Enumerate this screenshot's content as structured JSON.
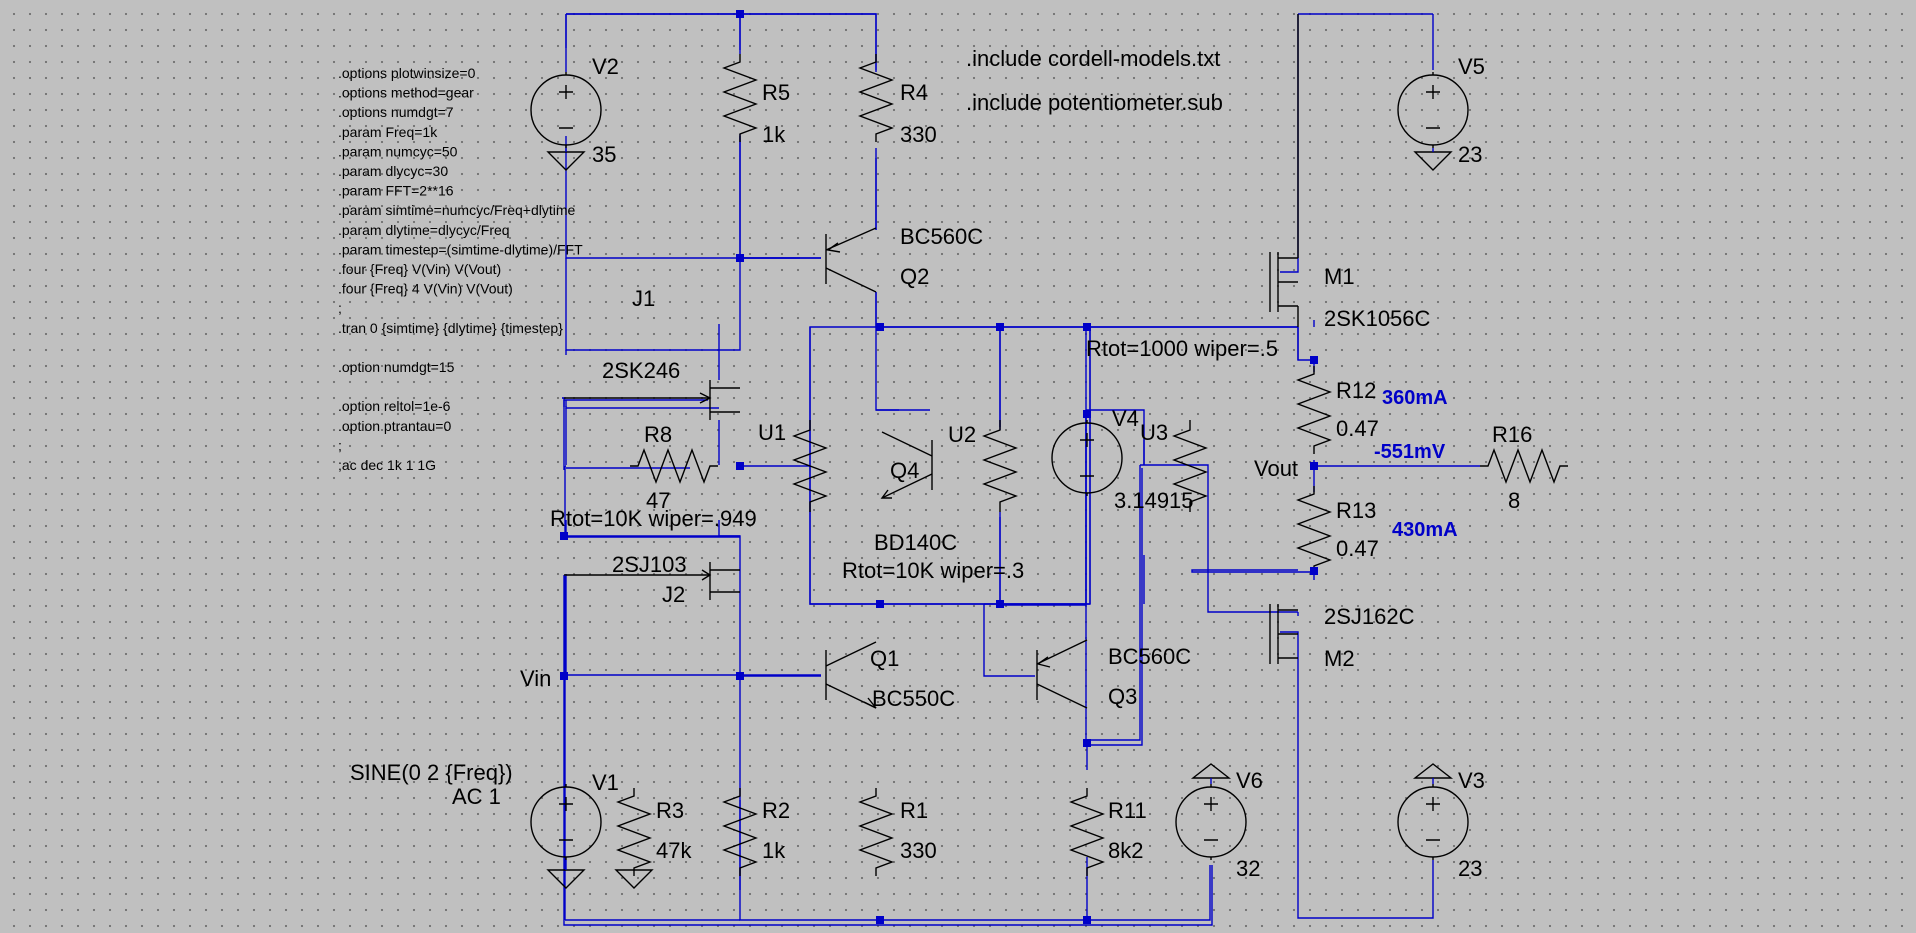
{
  "directives": {
    "include1": ".include cordell-models.txt",
    "include2": ".include potentiometer.sub",
    "lines": [
      ".options plotwinsize=0",
      ".options method=gear",
      ".options numdgt=7",
      ".param Freq=1k",
      ".param numcyc=50",
      ".param dlycyc=30",
      ".param FFT=2**16",
      ".param simtime=numcyc/Freq+dlytime",
      ".param dlytime=dlycyc/Freq",
      ".param timestep=(simtime-dlytime)/FFT",
      ".four {Freq} V(Vin) V(Vout)",
      ".four {Freq} 4 V(Vin) V(Vout)",
      ";",
      ".tran 0 {simtime} {dlytime} {timestep}",
      "",
      ".option numdgt=15",
      "",
      ".option reltol=1e-6",
      ".option ptrantau=0",
      ";",
      ";ac dec 1k 1 1G"
    ]
  },
  "sources": {
    "V1": {
      "name": "V1",
      "value": "SINE(0 2 {Freq})",
      "ac": "AC 1"
    },
    "V2": {
      "name": "V2",
      "value": "35"
    },
    "V3": {
      "name": "V3",
      "value": "23"
    },
    "V4": {
      "name": "V4",
      "value": "3.14915"
    },
    "V5": {
      "name": "V5",
      "value": "23"
    },
    "V6": {
      "name": "V6",
      "value": "32"
    }
  },
  "resistors": {
    "R1": {
      "name": "R1",
      "value": "330"
    },
    "R2": {
      "name": "R2",
      "value": "1k"
    },
    "R3": {
      "name": "R3",
      "value": "47k"
    },
    "R4": {
      "name": "R4",
      "value": "330"
    },
    "R5": {
      "name": "R5",
      "value": "1k"
    },
    "R8": {
      "name": "R8",
      "value": "47"
    },
    "R11": {
      "name": "R11",
      "value": "8k2"
    },
    "R12": {
      "name": "R12",
      "value": "0.47"
    },
    "R13": {
      "name": "R13",
      "value": "0.47"
    },
    "R16": {
      "name": "R16",
      "value": "8"
    }
  },
  "transistors": {
    "Q1": {
      "name": "Q1",
      "model": "BC550C"
    },
    "Q2": {
      "name": "Q2",
      "model": "BC560C"
    },
    "Q3": {
      "name": "Q3",
      "model": "BC560C"
    },
    "Q4": {
      "name": "Q4",
      "model": "BD140C"
    },
    "J1": {
      "name": "J1",
      "model": "2SK246"
    },
    "J2": {
      "name": "J2",
      "model": "2SJ103"
    },
    "M1": {
      "name": "M1",
      "model": "2SK1056C"
    },
    "M2": {
      "name": "M2",
      "model": "2SJ162C"
    }
  },
  "pots": {
    "U1": {
      "name": "U1",
      "params": "Rtot=10K wiper=.949"
    },
    "U2": {
      "name": "U2",
      "params": "Rtot=10K wiper=.3"
    },
    "U3": {
      "name": "U3",
      "params": "Rtot=1000 wiper=.5"
    }
  },
  "nets": {
    "vin": "Vin",
    "vout": "Vout"
  },
  "measurements": {
    "r12_current": "360mA",
    "r13_current": "430mA",
    "vout_voltage": "-551mV"
  },
  "colors": {
    "background": "#c0c0c0",
    "wire": "#0000c8",
    "component": "#000000",
    "annotation": "#0000c8"
  }
}
